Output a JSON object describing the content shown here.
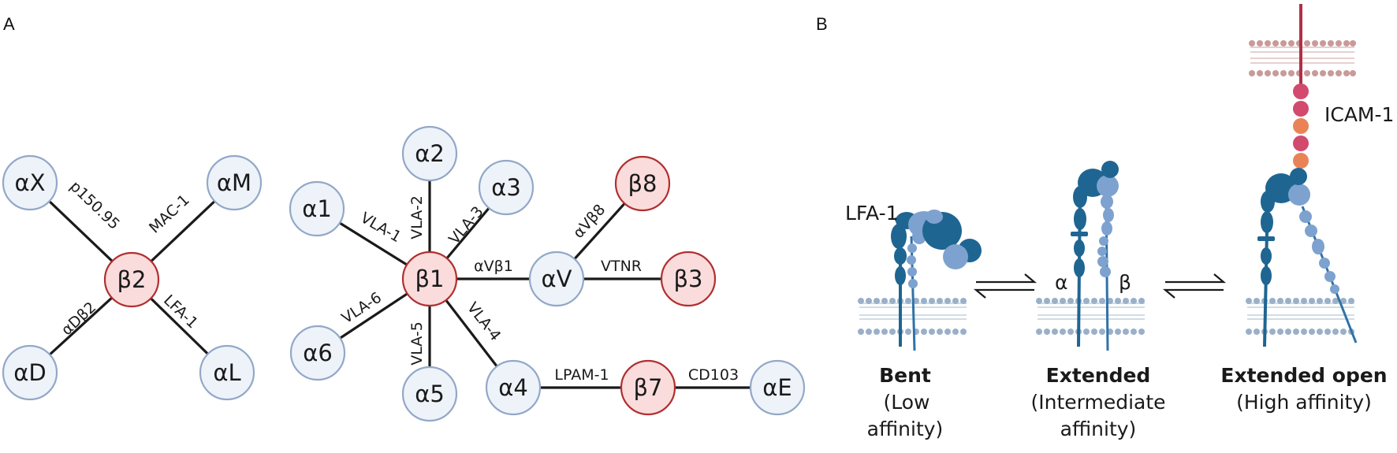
{
  "panels": {
    "a": {
      "letter": "A"
    },
    "b": {
      "letter": "B"
    }
  },
  "network": {
    "b2": {
      "hub": "β2",
      "partners": [
        {
          "alpha": "αX",
          "edge": "p150.95"
        },
        {
          "alpha": "αM",
          "edge": "MAC-1"
        },
        {
          "alpha": "αD",
          "edge": "αDβ2"
        },
        {
          "alpha": "αL",
          "edge": "LFA-1"
        }
      ]
    },
    "b1": {
      "hub": "β1",
      "partners": [
        {
          "alpha": "α1",
          "edge": "VLA-1"
        },
        {
          "alpha": "α2",
          "edge": "VLA-2"
        },
        {
          "alpha": "α3",
          "edge": "VLA-3"
        },
        {
          "alpha": "α6",
          "edge": "VLA-6"
        },
        {
          "alpha": "α5",
          "edge": "VLA-5"
        },
        {
          "alpha": "α4",
          "edge": "VLA-4"
        },
        {
          "alpha": "αV",
          "edge": "αVβ1"
        }
      ]
    },
    "av": {
      "hub": "αV",
      "partners": [
        {
          "beta": "β8",
          "edge": "αVβ8"
        },
        {
          "beta": "β3",
          "edge": "VTNR"
        }
      ]
    },
    "b7": {
      "hub": "β7",
      "partners": [
        {
          "alpha": "α4",
          "edge": "LPAM-1"
        },
        {
          "alpha": "αE",
          "edge": "CD103"
        }
      ]
    }
  },
  "conformations": {
    "lfa1_label": "LFA-1",
    "icam1_label": "ICAM-1",
    "alpha_label": "α",
    "beta_label": "β",
    "states": [
      {
        "bold": "Bent",
        "lines": [
          "(Low",
          "affinity)"
        ]
      },
      {
        "bold": "Extended",
        "lines": [
          "(Intermediate",
          "affinity)"
        ]
      },
      {
        "bold": "Extended open",
        "lines": [
          "(High affinity)"
        ]
      }
    ]
  },
  "colors": {
    "alpha_fill": "#eef3fa",
    "alpha_stroke": "#93a8c8",
    "beta_fill": "#fbdcdc",
    "beta_stroke": "#b03030",
    "integrin_alpha": "#1f6592",
    "integrin_beta": "#7ea2cf",
    "icam_magenta": "#d24a6e",
    "icam_orange": "#e98356"
  }
}
